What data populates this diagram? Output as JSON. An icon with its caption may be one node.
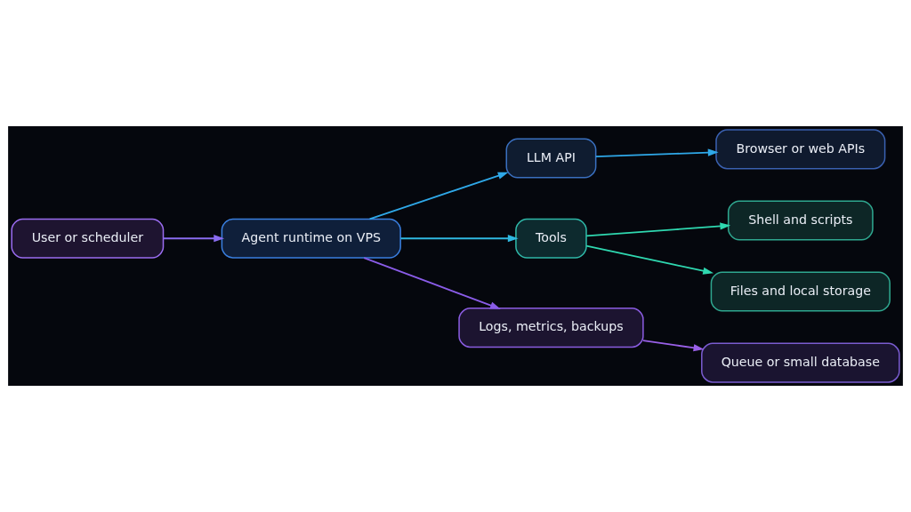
{
  "diagram": {
    "nodes": [
      {
        "text": [
          "User or scheduler"
        ]
      },
      {
        "text": [
          "Agent runtime on VPS"
        ]
      },
      {
        "text": [
          "LLM API"
        ]
      },
      {
        "text": [
          "Tools"
        ]
      },
      {
        "text": [
          "Logs, metrics, backups"
        ]
      },
      {
        "text": [
          "Browser or web APIs"
        ]
      },
      {
        "text": [
          "Shell and scripts"
        ]
      },
      {
        "text": [
          "Files and local storage"
        ]
      },
      {
        "text": [
          "Queue or small database"
        ]
      }
    ],
    "edges": [
      {
        "from": 0,
        "to": 1,
        "arrow": "to",
        "color": "#8a6cf0"
      },
      {
        "from": 1,
        "to": 2,
        "arrow": "to",
        "color": "#2fa8e8"
      },
      {
        "from": 1,
        "to": 3,
        "arrow": "to",
        "color": "#2fb8e0"
      },
      {
        "from": 1,
        "to": 4,
        "arrow": "to",
        "color": "#8a5ce8"
      },
      {
        "from": 2,
        "to": 5,
        "arrow": "to",
        "color": "#2fa8e8"
      },
      {
        "from": 3,
        "to": 6,
        "arrow": "to",
        "color": "#2fd8b0"
      },
      {
        "from": 3,
        "to": 7,
        "arrow": "to",
        "color": "#2fd8b0"
      },
      {
        "from": 4,
        "to": 8,
        "arrow": "to",
        "color": "#9a60e8"
      }
    ]
  }
}
